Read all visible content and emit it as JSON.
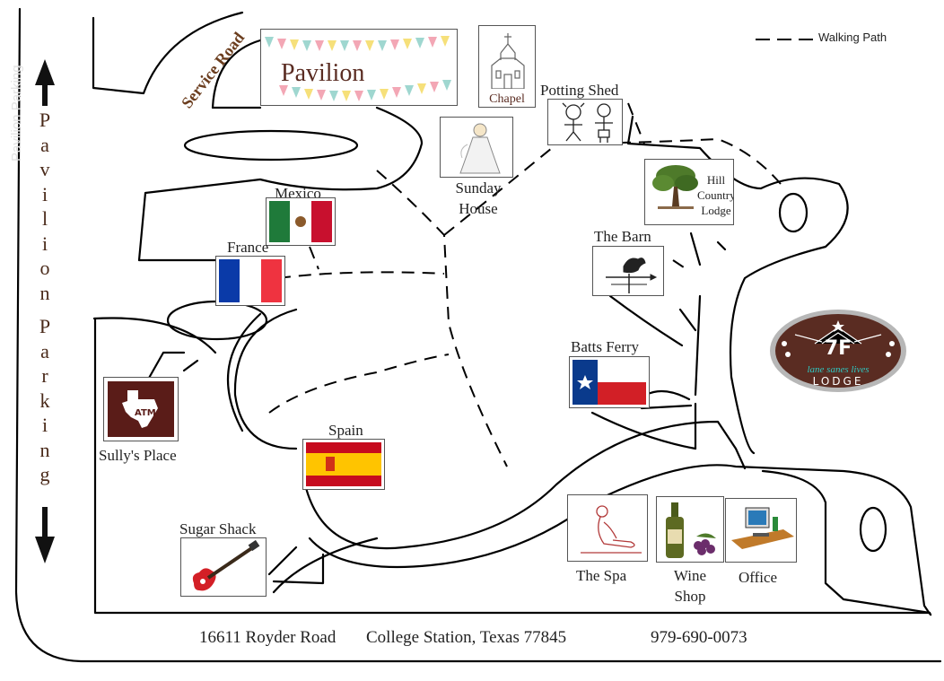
{
  "legend": {
    "walking_path": "Walking Path"
  },
  "roads": {
    "service_road": "Service Road"
  },
  "parking": {
    "letters": [
      "P",
      "a",
      "v",
      "i",
      "l",
      "i",
      "o",
      "n",
      "P",
      "a",
      "r",
      "k",
      "i",
      "n",
      "g"
    ],
    "faint_label": "Pavilion Parking"
  },
  "venues": {
    "pavilion": "Pavilion",
    "chapel": "Chapel",
    "potting_shed": "Potting Shed",
    "sunday_house": [
      "Sunday",
      "House"
    ],
    "hill_country_lodge": [
      "Hill",
      "Country",
      "Lodge"
    ],
    "mexico": "Mexico",
    "france": "France",
    "the_barn": "The Barn",
    "batts_ferry": "Batts Ferry",
    "sullys_place": "Sully's Place",
    "spain": "Spain",
    "sugar_shack": "Sugar Shack",
    "the_spa": "The Spa",
    "wine_shop": [
      "Wine",
      "Shop"
    ],
    "office": "Office"
  },
  "logo": {
    "mark": "7F",
    "script": "lane sanes lives",
    "word": "LODGE",
    "tamu": "ATM"
  },
  "footer": {
    "street": "16611 Royder Road",
    "city": "College Station, Texas 77845",
    "phone": "979-690-0073"
  },
  "colors": {
    "arrow": "#111111",
    "parking_text": "#4a2a1a",
    "road_label": "#6b3d1e",
    "logo_bg": "#5a2c22",
    "logo_accent": "#2ec7c0"
  }
}
